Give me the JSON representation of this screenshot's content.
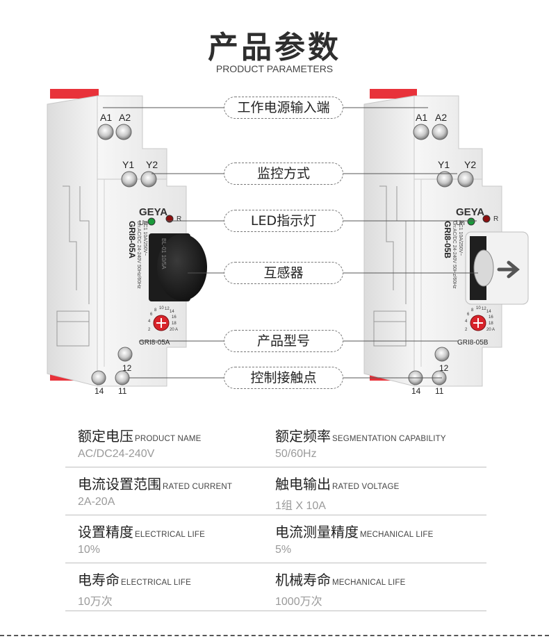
{
  "header": {
    "title": "产品参数",
    "subtitle": "PRODUCT PARAMETERS"
  },
  "callouts": [
    {
      "label": "工作电源输入端"
    },
    {
      "label": "监控方式"
    },
    {
      "label": "LED指示灯"
    },
    {
      "label": "互感器"
    },
    {
      "label": "产品型号"
    },
    {
      "label": "控制接触点"
    }
  ],
  "device_a": {
    "brand": "GEYA",
    "model_vertical": "GRI8-05A",
    "model_label": "GRI8-05A",
    "spec_lines": [
      "Un:AC/DC 24-240V 50Hz/60Hz",
      "AC1 10A/250V~"
    ],
    "terminals_top": [
      "A1",
      "A2"
    ],
    "terminals_mid": [
      "Y1",
      "Y2"
    ],
    "terminals_bottom": [
      "14",
      "11",
      "12"
    ],
    "led_labels": [
      "Un",
      "R"
    ],
    "dial_scale": [
      "2",
      "4",
      "6",
      "8",
      "10",
      "12",
      "14",
      "16",
      "18",
      "20 A"
    ],
    "sensor_text": "BL-01 10/5A"
  },
  "device_b": {
    "brand": "GEYA",
    "model_vertical": "GRI8-05B",
    "model_label": "GRI8-05B",
    "spec_lines": [
      "Un:AC/DC 24-240V 50Hz/60Hz",
      "AC1 10A/250V~"
    ],
    "terminals_top": [
      "A1",
      "A2"
    ],
    "terminals_mid": [
      "Y1",
      "Y2"
    ],
    "terminals_bottom": [
      "14",
      "11",
      "12"
    ],
    "led_labels": [
      "Un",
      "R"
    ],
    "dial_scale": [
      "2",
      "4",
      "6",
      "8",
      "10",
      "12",
      "14",
      "16",
      "18",
      "20 A"
    ]
  },
  "specs": [
    {
      "left": {
        "label": "额定电压",
        "label_en": "PRODUCT NAME",
        "value": "AC/DC24-240V"
      },
      "right": {
        "label": "额定频率",
        "label_en": "SEGMENTATION CAPABILITY",
        "value": "50/60Hz"
      }
    },
    {
      "left": {
        "label": "电流设置范围",
        "label_en": "RATED CURRENT",
        "value": "2A-20A"
      },
      "right": {
        "label": "触电输出",
        "label_en": "RATED VOLTAGE",
        "value": "1组 X 10A"
      }
    },
    {
      "left": {
        "label": "设置精度",
        "label_en": "ELECTRICAL LIFE",
        "value": "10%"
      },
      "right": {
        "label": "电流测量精度",
        "label_en": "MECHANICAL LIFE",
        "value": "5%"
      }
    },
    {
      "left": {
        "label": "电寿命",
        "label_en": "ELECTRICAL LIFE",
        "value": "10万次"
      },
      "right": {
        "label": "机械寿命",
        "label_en": "MECHANICAL LIFE",
        "value": "1000万次"
      }
    }
  ],
  "colors": {
    "accent_red": "#d8232a",
    "led_green": "#1a9a3a",
    "led_red": "#8b1010",
    "housing": "#ececec",
    "sensor_black": "#1f1f1f"
  }
}
